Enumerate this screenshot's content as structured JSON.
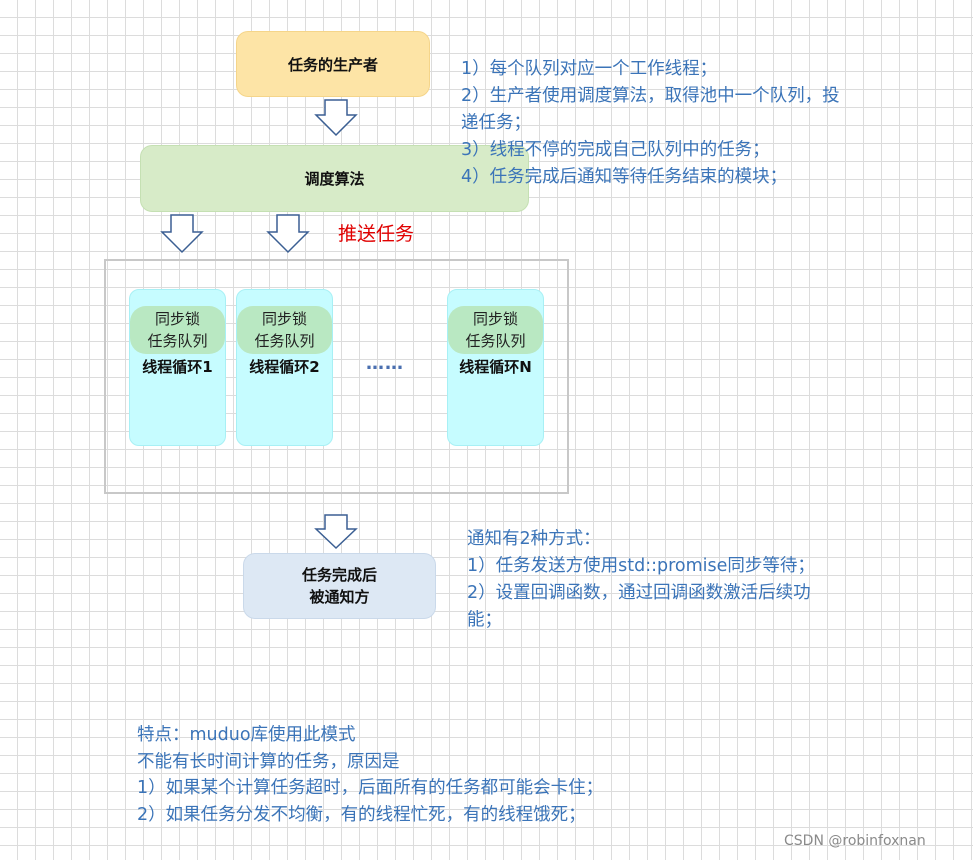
{
  "producer": {
    "label": "任务的生产者"
  },
  "scheduler": {
    "label": "调度算法"
  },
  "push_label": "推送任务",
  "loops": [
    {
      "lock": "同步锁",
      "queue": "任务队列",
      "label": "线程循环1"
    },
    {
      "lock": "同步锁",
      "queue": "任务队列",
      "label": "线程循环2"
    },
    {
      "lock": "同步锁",
      "queue": "任务队列",
      "label": "线程循环N"
    }
  ],
  "ellipsis": "……",
  "done": {
    "line1": "任务完成后",
    "line2": "被通知方"
  },
  "notes_top": [
    "1）每个队列对应一个工作线程；",
    "2）生产者使用调度算法，取得池中一个队列，投",
    "递任务；",
    "3）线程不停的完成自己队列中的任务；",
    "4）任务完成后通知等待任务结束的模块；"
  ],
  "notes_notify": [
    "通知有2种方式：",
    "1）任务发送方使用std::promise同步等待；",
    "2）设置回调函数，通过回调函数激活后续功",
    "能；"
  ],
  "notes_bottom": [
    "特点：muduo库使用此模式",
    "不能有长时间计算的任务，原因是",
    "1）如果某个计算任务超时，后面所有的任务都可能会卡住；",
    "2）如果任务分发不均衡，有的线程忙死，有的线程饿死；"
  ],
  "watermark": "CSDN @robinfoxnan",
  "colors": {
    "producer": "#fde4a6",
    "scheduler": "#d7ebc8",
    "thread_loop": "#c6fcff",
    "lock_queue": "#b9e8c2",
    "done": "#dde8f4",
    "note_text": "#3b74b8",
    "push_text": "#e00000",
    "arrow": "#3b5f93"
  }
}
